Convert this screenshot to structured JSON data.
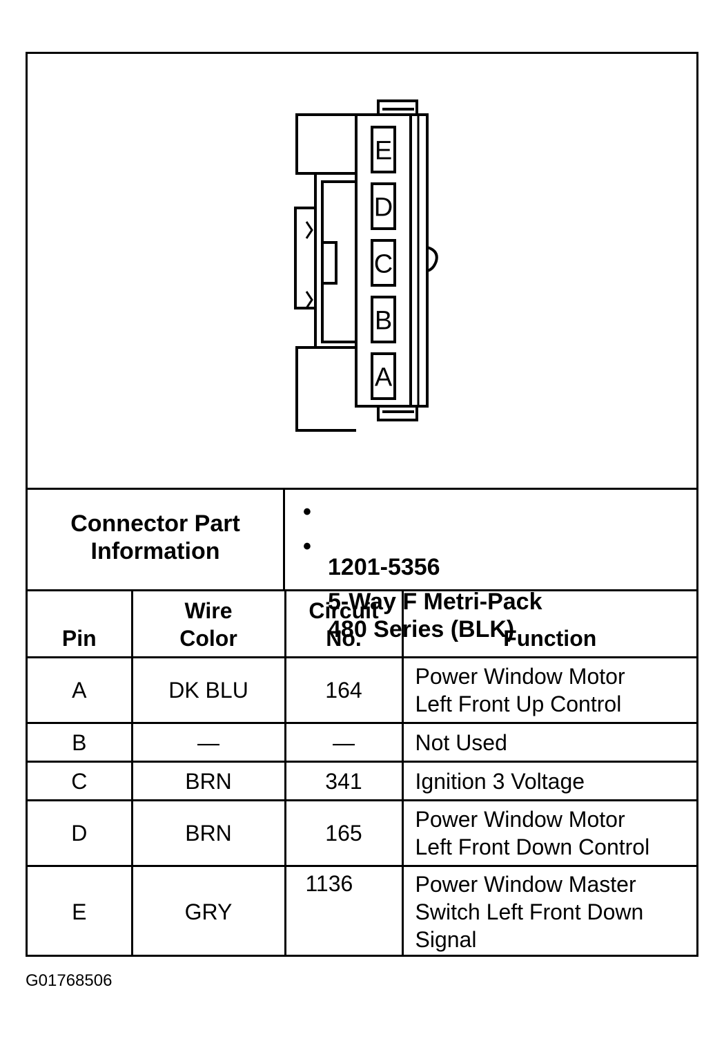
{
  "connector": {
    "pins": [
      "E",
      "D",
      "C",
      "B",
      "A"
    ]
  },
  "info": {
    "label": "Connector Part\nInformation",
    "items": [
      "1201-5356",
      "5-Way F Metri-Pack\n480 Series (BLK)"
    ]
  },
  "table": {
    "headers": {
      "pin": "Pin",
      "wire_color": "Wire\nColor",
      "circuit": "Circuit\nNo.",
      "function": "Function"
    },
    "rows": [
      {
        "pin": "A",
        "wire_color": "DK BLU",
        "circuit": "164",
        "function": "Power Window Motor\nLeft Front Up Control"
      },
      {
        "pin": "B",
        "wire_color": "—",
        "circuit": "—",
        "function": "Not Used"
      },
      {
        "pin": "C",
        "wire_color": "BRN",
        "circuit": "341",
        "function": "Ignition 3 Voltage"
      },
      {
        "pin": "D",
        "wire_color": "BRN",
        "circuit": "165",
        "function": "Power Window Motor\nLeft Front Down Control"
      },
      {
        "pin": "E",
        "wire_color": "GRY",
        "circuit": "1136",
        "function": "Power Window Master\nSwitch Left Front Down\nSignal"
      }
    ]
  },
  "figure_id": "G01768506"
}
